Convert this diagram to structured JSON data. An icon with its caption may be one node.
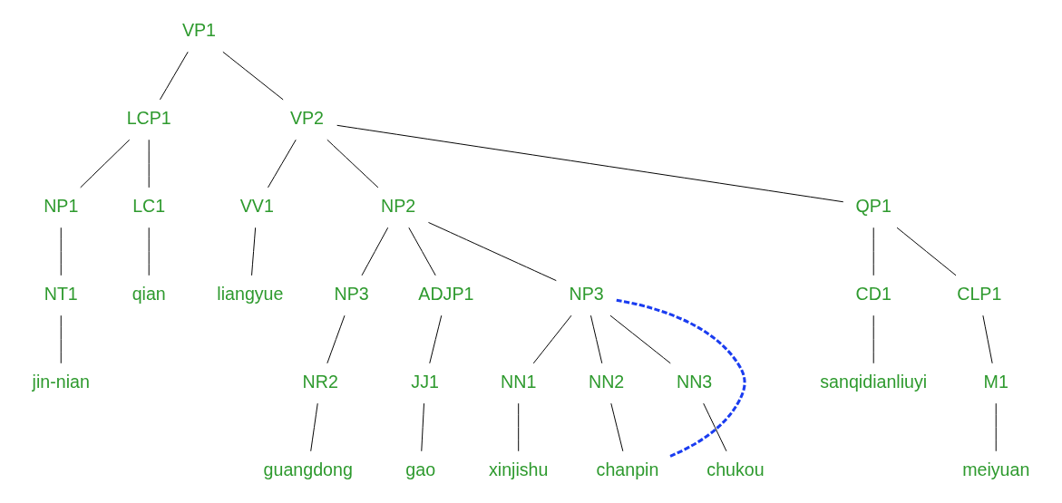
{
  "diagram": {
    "nodes": [
      {
        "text": [
          "VP1"
        ]
      },
      {
        "text": [
          "LCP1"
        ]
      },
      {
        "text": [
          "VP2"
        ]
      },
      {
        "text": [
          "NP1"
        ]
      },
      {
        "text": [
          "LC1"
        ]
      },
      {
        "text": [
          "VV1"
        ]
      },
      {
        "text": [
          "NP2"
        ]
      },
      {
        "text": [
          "QP1"
        ]
      },
      {
        "text": [
          "NT1"
        ]
      },
      {
        "text": [
          "qian"
        ]
      },
      {
        "text": [
          "liangyue"
        ]
      },
      {
        "text": [
          "NP3"
        ]
      },
      {
        "text": [
          "ADJP1"
        ]
      },
      {
        "text": [
          "NP3"
        ]
      },
      {
        "text": [
          "CD1"
        ]
      },
      {
        "text": [
          "CLP1"
        ]
      },
      {
        "text": [
          "jin-nian"
        ]
      },
      {
        "text": [
          "NR2"
        ]
      },
      {
        "text": [
          "JJ1"
        ]
      },
      {
        "text": [
          "NN1"
        ]
      },
      {
        "text": [
          "NN2"
        ]
      },
      {
        "text": [
          "NN3"
        ]
      },
      {
        "text": [
          "sanqidianliuyi"
        ]
      },
      {
        "text": [
          "M1"
        ]
      },
      {
        "text": [
          "guangdong"
        ]
      },
      {
        "text": [
          "gao"
        ]
      },
      {
        "text": [
          "xinjishu"
        ]
      },
      {
        "text": [
          "chanpin"
        ]
      },
      {
        "text": [
          "chukou"
        ]
      },
      {
        "text": [
          "meiyuan"
        ]
      }
    ],
    "edges": [
      {
        "from": 0,
        "to": 1,
        "arrow": "none"
      },
      {
        "from": 0,
        "to": 2,
        "arrow": "none"
      },
      {
        "from": 1,
        "to": 3,
        "arrow": "none"
      },
      {
        "from": 1,
        "to": 4,
        "arrow": "none"
      },
      {
        "from": 2,
        "to": 5,
        "arrow": "none"
      },
      {
        "from": 2,
        "to": 6,
        "arrow": "none"
      },
      {
        "from": 2,
        "to": 7,
        "arrow": "none"
      },
      {
        "from": 3,
        "to": 8,
        "arrow": "none"
      },
      {
        "from": 4,
        "to": 9,
        "arrow": "none"
      },
      {
        "from": 5,
        "to": 10,
        "arrow": "none"
      },
      {
        "from": 6,
        "to": 11,
        "arrow": "none"
      },
      {
        "from": 6,
        "to": 12,
        "arrow": "none"
      },
      {
        "from": 6,
        "to": 13,
        "arrow": "none"
      },
      {
        "from": 7,
        "to": 14,
        "arrow": "none"
      },
      {
        "from": 7,
        "to": 15,
        "arrow": "none"
      },
      {
        "from": 8,
        "to": 16,
        "arrow": "none"
      },
      {
        "from": 11,
        "to": 17,
        "arrow": "none"
      },
      {
        "from": 12,
        "to": 18,
        "arrow": "none"
      },
      {
        "from": 13,
        "to": 19,
        "arrow": "none"
      },
      {
        "from": 13,
        "to": 20,
        "arrow": "none"
      },
      {
        "from": 13,
        "to": 21,
        "arrow": "none"
      },
      {
        "from": 14,
        "to": 22,
        "arrow": "none"
      },
      {
        "from": 15,
        "to": 23,
        "arrow": "none"
      },
      {
        "from": 17,
        "to": 24,
        "arrow": "none"
      },
      {
        "from": 18,
        "to": 25,
        "arrow": "none"
      },
      {
        "from": 19,
        "to": 26,
        "arrow": "none"
      },
      {
        "from": 20,
        "to": 27,
        "arrow": "none"
      },
      {
        "from": 21,
        "to": 28,
        "arrow": "none"
      },
      {
        "from": 23,
        "to": 29,
        "arrow": "none"
      },
      {
        "from": 13,
        "to": 27,
        "arrow": "none",
        "style": "dashed",
        "color": "#1a3cf0"
      }
    ]
  }
}
